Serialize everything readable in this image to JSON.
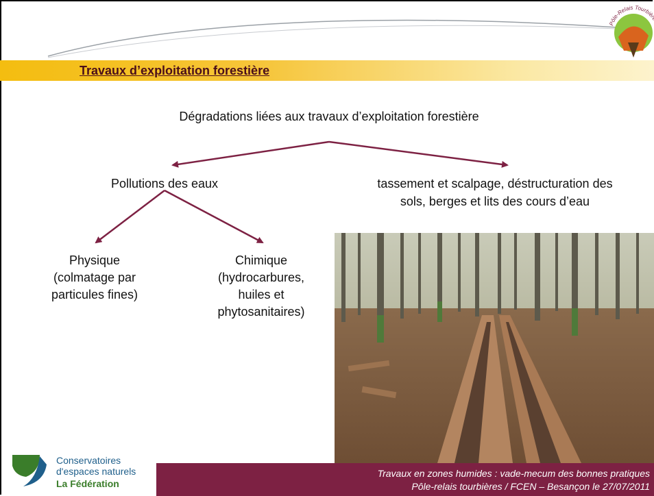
{
  "slide": {
    "title": "Travaux d’exploitation forestière",
    "root": "Dégradations liées aux travaux d’exploitation forestière",
    "left_branch": "Pollutions des eaux",
    "right_branch": {
      "line1": "tassement et scalpage, déstructuration des",
      "line2": "sols, berges et lits des cours d’eau"
    },
    "physique": {
      "line1": "Physique",
      "line2": "(colmatage par",
      "line3": "particules fines)"
    },
    "chimique": {
      "line1": "Chimique",
      "line2": "(hydrocarbures,",
      "line3": "huiles et",
      "line4": "phytosanitaires)"
    }
  },
  "footer": {
    "line1": "Travaux en zones humides : vade-mecum des bonnes pratiques",
    "line2": "Pôle-relais tourbières / FCEN – Besançon le 27/07/2011"
  },
  "logo": {
    "line1": "Conservatoires",
    "line2": "d'espaces naturels",
    "line3": "La Fédération"
  },
  "badge": {
    "text": "Pôle-Relais Tourbières"
  },
  "colors": {
    "arrow": "#7d2143",
    "footer": "#7d2143",
    "title_bar": "#f4bd10",
    "logo_green": "#3a7d2a",
    "logo_blue": "#1f5f8b"
  }
}
